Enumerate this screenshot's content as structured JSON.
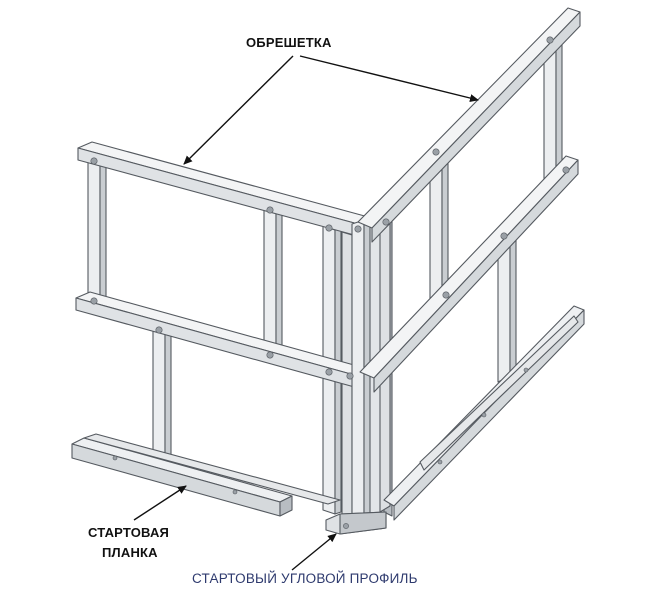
{
  "labels": {
    "lathing": "ОБРЕШЕТКА",
    "starter_strip_line1": "СТАРТОВАЯ",
    "starter_strip_line2": "ПЛАНКА",
    "starter_corner_profile": "СТАРТОВЫЙ УГЛОВОЙ ПРОФИЛЬ"
  },
  "colors": {
    "profile_face": "#eceef0",
    "profile_shadow": "#c9cdd1",
    "profile_dark": "#9aa0a6",
    "outline": "#555a60",
    "text_dark": "#111111",
    "text_blue": "#2e3a6e"
  }
}
